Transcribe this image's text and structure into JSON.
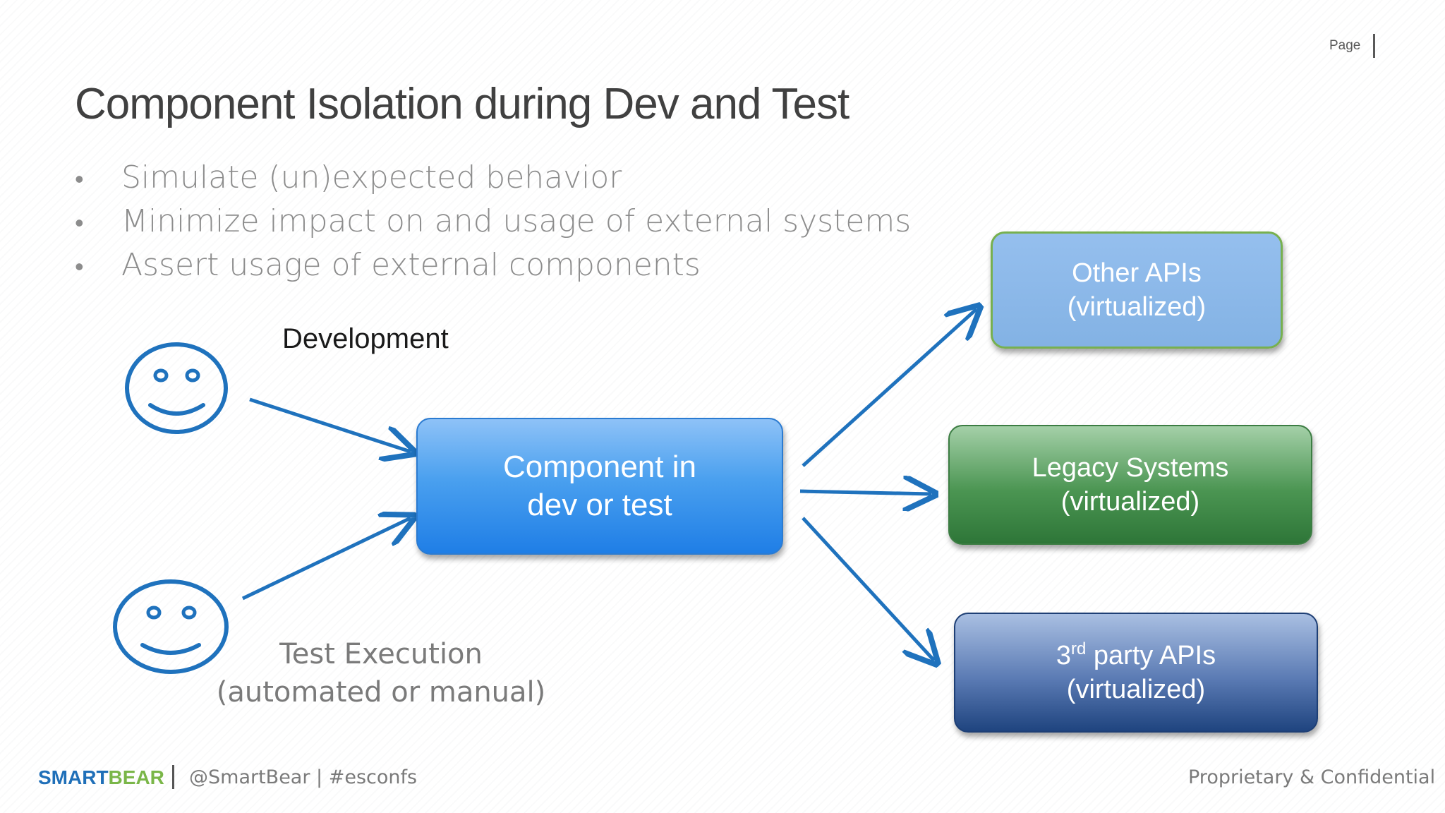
{
  "header": {
    "page_label": "Page",
    "title": "Component Isolation during Dev and Test"
  },
  "bullets": [
    "Simulate (un)expected behavior",
    "Minimize impact on and usage of external systems",
    "Assert usage of external components"
  ],
  "diagram": {
    "development_label": "Development",
    "test_label_line1": "Test Execution",
    "test_label_line2": "(automated or manual)",
    "component_box": {
      "line1": "Component in",
      "line2": "dev or test"
    },
    "other_apis_box": {
      "line1": "Other APIs",
      "line2": "(virtualized)"
    },
    "legacy_box": {
      "line1": "Legacy Systems",
      "line2": "(virtualized)"
    },
    "third_party_box": {
      "prefix": "3",
      "superscript": "rd",
      "rest": " party APIs",
      "line2": "(virtualized)"
    },
    "icons": [
      "smiley-face-icon",
      "smiley-face-icon"
    ],
    "arrow_color": "#1f72bd"
  },
  "footer": {
    "logo_smart": "SMART",
    "logo_bear": "BEAR",
    "handle": "@SmartBear | #esconfs",
    "confidential": "Proprietary & Confidential"
  },
  "colors": {
    "smart": "#1f6fb8",
    "bear": "#7ab648"
  }
}
